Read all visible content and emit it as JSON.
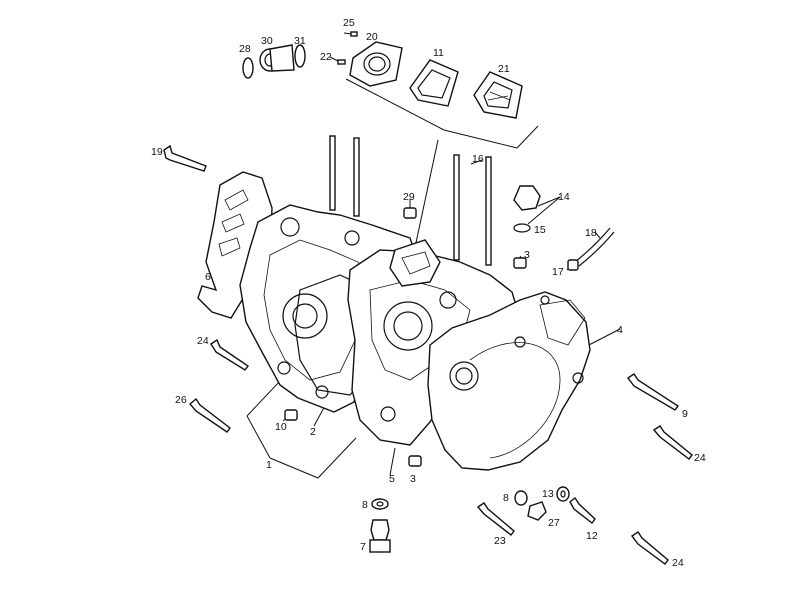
{
  "callouts": {
    "c1": "1",
    "c2": "2",
    "c3a": "3",
    "c3b": "3",
    "c4": "4",
    "c5": "5",
    "c6": "6",
    "c7": "7",
    "c8a": "8",
    "c8b": "8",
    "c9": "9",
    "c10": "10",
    "c11": "11",
    "c12": "12",
    "c13": "13",
    "c14": "14",
    "c15": "15",
    "c16": "16",
    "c17": "17",
    "c18": "18",
    "c19": "19",
    "c20": "20",
    "c21": "21",
    "c22": "22",
    "c23": "23",
    "c24a": "24",
    "c24b": "24",
    "c24c": "24",
    "c25": "25",
    "c26": "26",
    "c27": "27",
    "c28": "28",
    "c29": "29",
    "c30": "30",
    "c31": "31"
  }
}
